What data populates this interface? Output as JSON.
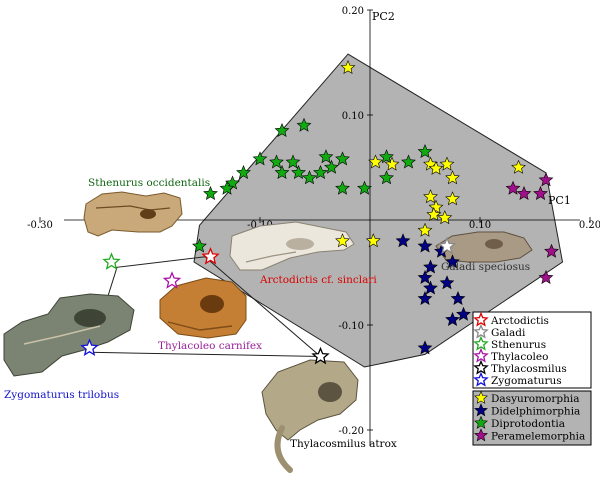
{
  "chart_data": {
    "type": "scatter",
    "xlabel": "PC1",
    "ylabel": "PC2",
    "xlim": [
      -0.3,
      0.2
    ],
    "ylim": [
      -0.2,
      0.2
    ],
    "x_ticks": [
      {
        "value": -0.3,
        "label": "-0.30"
      },
      {
        "value": -0.1,
        "label": "-0.10"
      },
      {
        "value": 0.1,
        "label": "0.10"
      },
      {
        "value": 0.2,
        "label": "0.20"
      }
    ],
    "y_ticks": [
      {
        "value": 0.2,
        "label": "0.20"
      },
      {
        "value": 0.1,
        "label": "0.10"
      },
      {
        "value": -0.1,
        "label": "-0.10"
      },
      {
        "value": -0.2,
        "label": "-0.20"
      }
    ],
    "grid": false,
    "legend_placement": "bottom-right",
    "series": [
      {
        "name": "Dasyuromorphia",
        "marker": "filled-star",
        "color": "#ffff00",
        "points": [
          [
            -0.02,
            0.145
          ],
          [
            0.005,
            0.055
          ],
          [
            0.02,
            0.053
          ],
          [
            0.055,
            0.053
          ],
          [
            0.06,
            0.049
          ],
          [
            0.07,
            0.053
          ],
          [
            0.075,
            0.04
          ],
          [
            0.055,
            0.022
          ],
          [
            0.06,
            0.012
          ],
          [
            0.075,
            0.02
          ],
          [
            0.058,
            0.005
          ],
          [
            0.068,
            0.002
          ],
          [
            0.05,
            -0.01
          ],
          [
            -0.025,
            -0.02
          ],
          [
            0.003,
            -0.02
          ],
          [
            0.135,
            0.05
          ]
        ]
      },
      {
        "name": "Didelphimorphia",
        "marker": "filled-star",
        "color": "#000080",
        "points": [
          [
            0.03,
            -0.02
          ],
          [
            0.05,
            -0.025
          ],
          [
            0.065,
            -0.03
          ],
          [
            0.075,
            -0.04
          ],
          [
            0.055,
            -0.045
          ],
          [
            0.05,
            -0.055
          ],
          [
            0.07,
            -0.06
          ],
          [
            0.055,
            -0.065
          ],
          [
            0.05,
            -0.075
          ],
          [
            0.08,
            -0.075
          ],
          [
            0.085,
            -0.09
          ],
          [
            0.075,
            -0.095
          ],
          [
            0.05,
            -0.122
          ]
        ]
      },
      {
        "name": "Diprotodontia",
        "marker": "filled-star",
        "color": "#11aa11",
        "points": [
          [
            -0.08,
            0.085
          ],
          [
            -0.06,
            0.09
          ],
          [
            -0.1,
            0.058
          ],
          [
            -0.085,
            0.055
          ],
          [
            -0.07,
            0.055
          ],
          [
            -0.04,
            0.06
          ],
          [
            -0.025,
            0.058
          ],
          [
            -0.08,
            0.045
          ],
          [
            -0.065,
            0.045
          ],
          [
            -0.055,
            0.04
          ],
          [
            -0.045,
            0.045
          ],
          [
            -0.035,
            0.05
          ],
          [
            -0.125,
            0.035
          ],
          [
            -0.13,
            0.03
          ],
          [
            -0.115,
            0.045
          ],
          [
            -0.145,
            0.025
          ],
          [
            -0.155,
            -0.025
          ],
          [
            -0.025,
            0.03
          ],
          [
            -0.005,
            0.03
          ],
          [
            0.015,
            0.06
          ],
          [
            0.035,
            0.055
          ],
          [
            0.015,
            0.04
          ],
          [
            0.05,
            0.065
          ]
        ]
      },
      {
        "name": "Peramelemorphia",
        "marker": "filled-star",
        "color": "#a0108a",
        "points": [
          [
            0.16,
            0.038
          ],
          [
            0.155,
            0.025
          ],
          [
            0.14,
            0.025
          ],
          [
            0.13,
            0.03
          ],
          [
            0.165,
            -0.03
          ],
          [
            0.16,
            -0.055
          ]
        ]
      },
      {
        "name": "Arctodictis",
        "marker": "open-star",
        "color": "#e00000",
        "points": [
          [
            -0.145,
            -0.035
          ]
        ]
      },
      {
        "name": "Galadi",
        "marker": "open-star",
        "color": "#888888",
        "points": [
          [
            0.07,
            -0.025
          ]
        ]
      },
      {
        "name": "Sthenurus",
        "marker": "open-star",
        "color": "#22aa22",
        "points": [
          [
            -0.235,
            -0.04
          ]
        ]
      },
      {
        "name": "Thylacoleo",
        "marker": "open-star",
        "color": "#aa11aa",
        "points": [
          [
            -0.18,
            -0.058
          ]
        ]
      },
      {
        "name": "Thylacosmilus",
        "marker": "open-star",
        "color": "#000000",
        "points": [
          [
            -0.045,
            -0.13
          ]
        ]
      },
      {
        "name": "Zygomaturus",
        "marker": "open-star",
        "color": "#1111dd",
        "points": [
          [
            -0.255,
            -0.122
          ]
        ]
      }
    ],
    "hull_modern": [
      [
        -0.02,
        0.158
      ],
      [
        0.16,
        0.045
      ],
      [
        0.175,
        -0.04
      ],
      [
        0.05,
        -0.128
      ],
      [
        -0.005,
        -0.14
      ],
      [
        -0.16,
        -0.04
      ],
      [
        -0.155,
        -0.005
      ]
    ],
    "hull_fossil": [
      [
        -0.15,
        -0.035
      ],
      [
        -0.045,
        -0.13
      ],
      [
        -0.255,
        -0.126
      ],
      [
        -0.245,
        -0.095
      ],
      [
        -0.23,
        -0.045
      ]
    ],
    "annotations": [
      {
        "text": "Sthenurus occidentalis",
        "color": "#116611"
      },
      {
        "text": "Arctodictis cf. sinclari",
        "color": "#dd0000"
      },
      {
        "text": "Galadi speciosus",
        "color": "#333333"
      },
      {
        "text": "Thylacoleo carnifex",
        "color": "#992299"
      },
      {
        "text": "Zygomaturus trilobus",
        "color": "#1111cc"
      },
      {
        "text": "Thylacosmilus atrox",
        "color": "#000000"
      }
    ]
  },
  "legend_fossil": [
    "Arctodictis",
    "Galadi",
    "Sthenurus",
    "Thylacoleo",
    "Thylacosmilus",
    "Zygomaturus"
  ],
  "legend_modern": [
    "Dasyuromorphia",
    "Didelphimorphia",
    "Diprotodontia",
    "Peramelemorphia"
  ],
  "colors": {
    "hull_fill": "#b3b3b3",
    "hull_stroke": "#222222",
    "legend_modern_bg": "#b3b3b3"
  }
}
